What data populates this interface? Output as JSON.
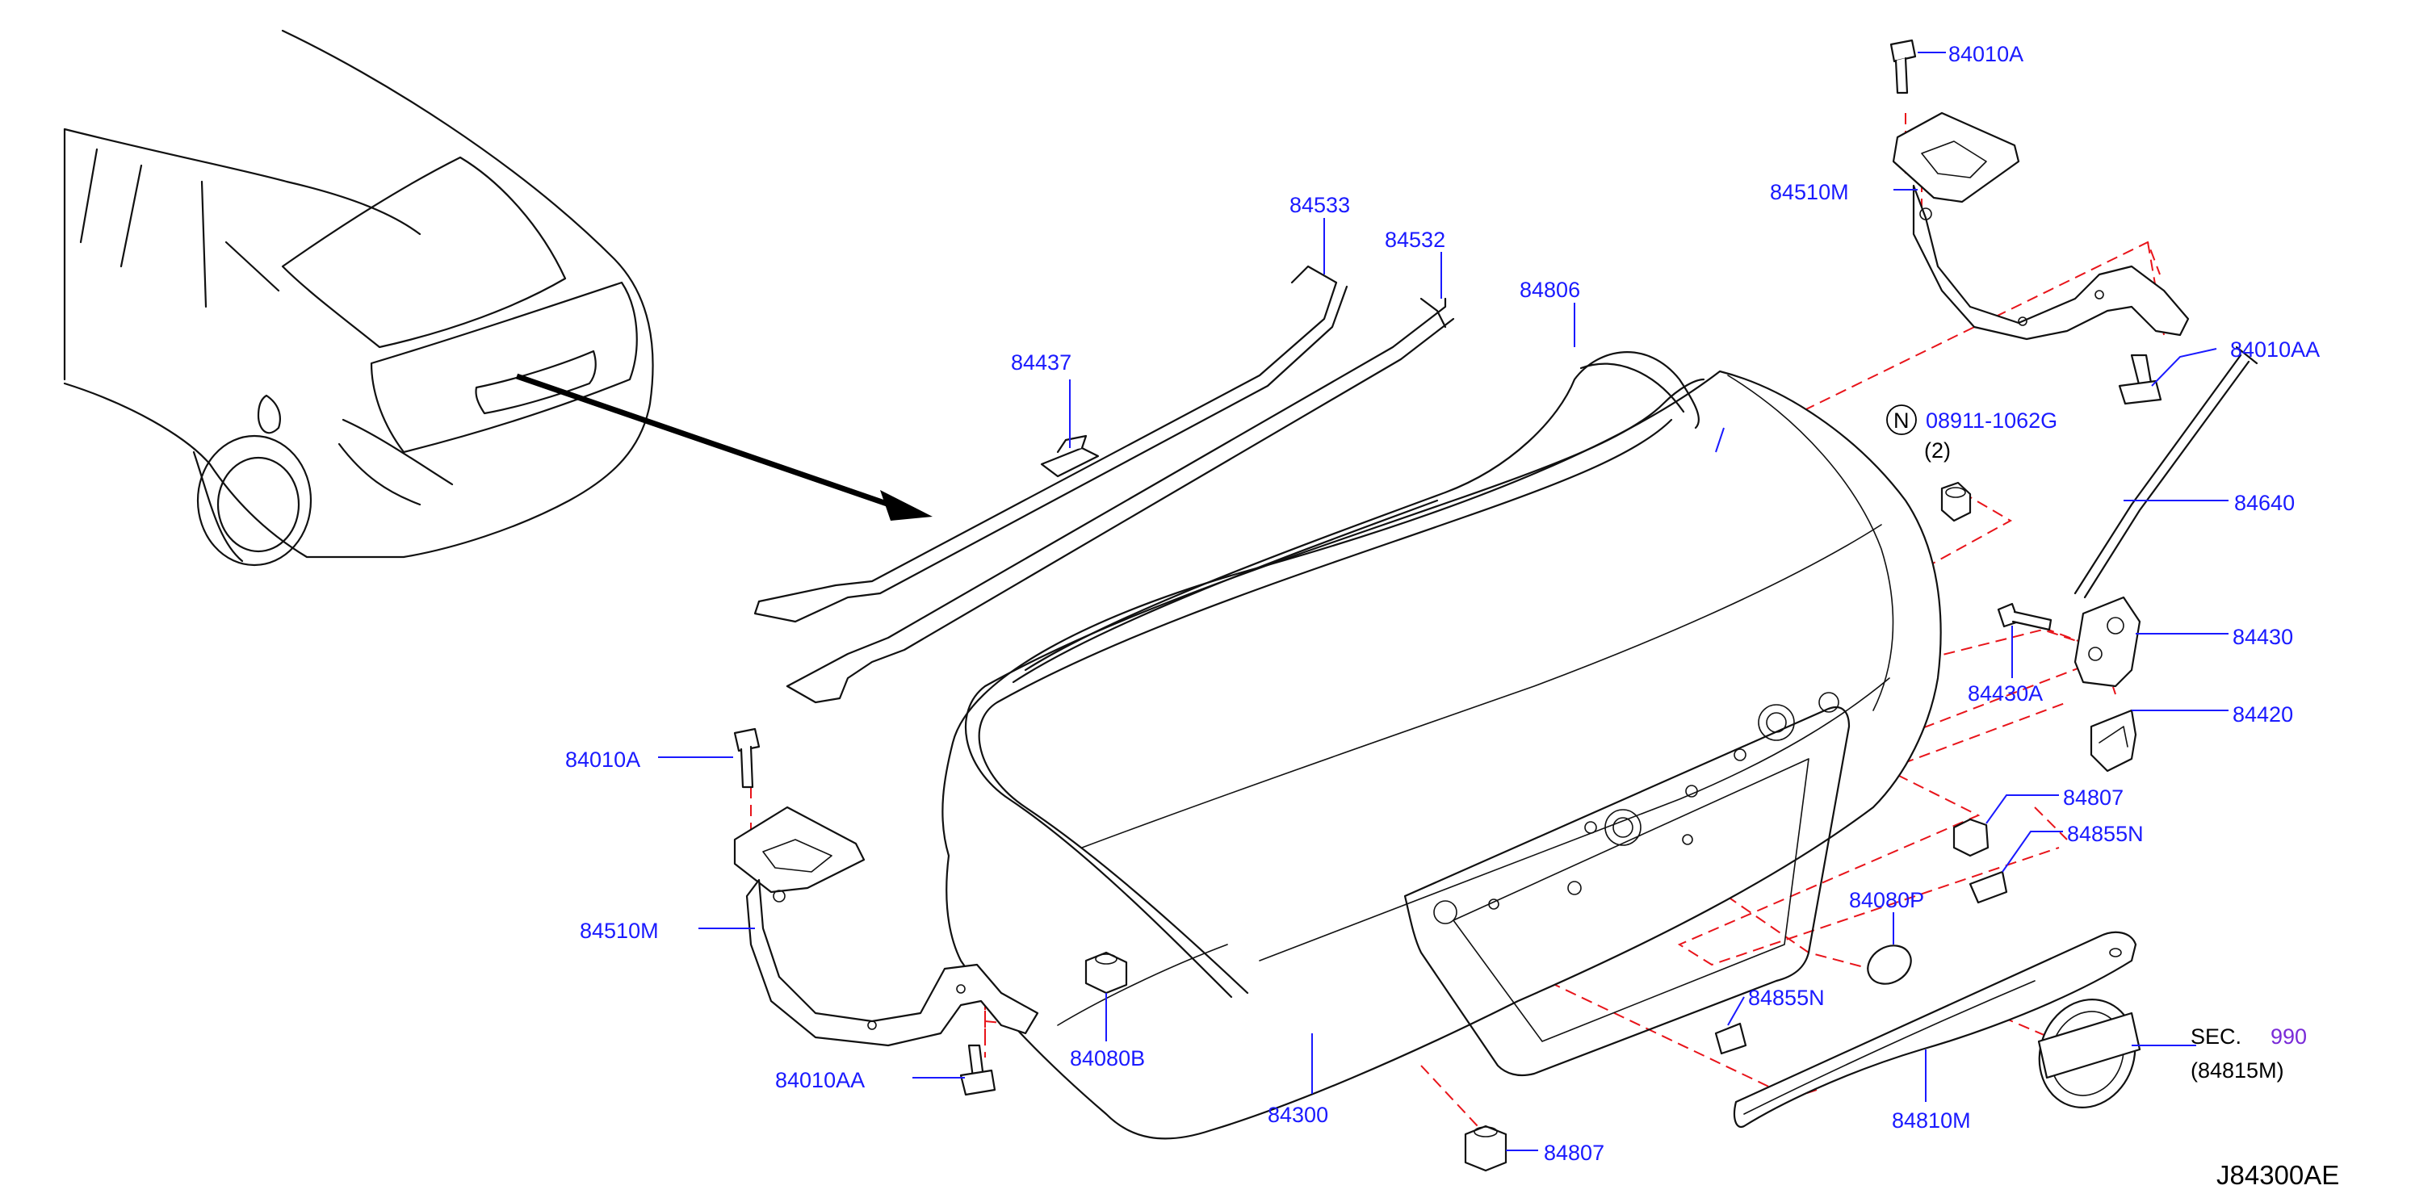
{
  "labels": {
    "p84010A_top": "84010A",
    "p84510M_top": "84510M",
    "p84010AA_right": "84010AA",
    "p08911": "08911-1062G",
    "n_symbol": "N",
    "qty2": "(2)",
    "p84640": "84640",
    "p84430": "84430",
    "p84430A": "84430A",
    "p84420": "84420",
    "p84807_right": "84807",
    "p84855N_right": "84855N",
    "p84080P": "84080P",
    "p84855N_mid": "84855N",
    "sec": "SEC.",
    "sec_num": "990",
    "sec_ref": "(84815M)",
    "p84810M": "84810M",
    "p84807_bottom": "84807",
    "p84300": "84300",
    "p84080B": "84080B",
    "p84010AA_left": "84010AA",
    "p84510M_left": "84510M",
    "p84010A_left": "84010A",
    "p84437": "84437",
    "p84533": "84533",
    "p84532": "84532",
    "p84806": "84806",
    "diagram_code": "J84300AE"
  },
  "colors": {
    "label": "#1a1aff",
    "dashed_guide": "#e8141a",
    "line_art": "#111111",
    "sec_accent": "#7a2bd8"
  }
}
